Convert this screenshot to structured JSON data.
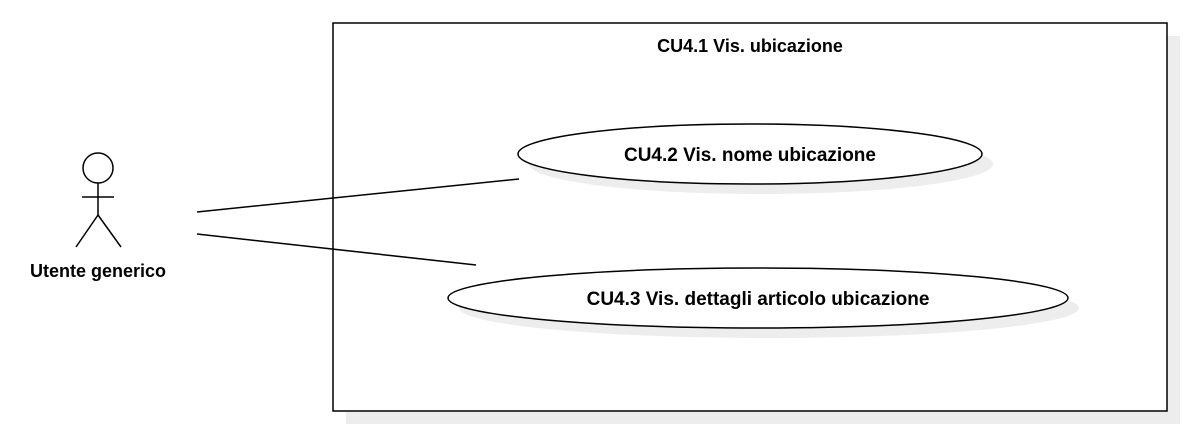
{
  "system": {
    "title": "CU4.1 Vis. ubicazione"
  },
  "actor": {
    "label": "Utente generico"
  },
  "use_cases": [
    {
      "label": "CU4.2 Vis. nome ubicazione"
    },
    {
      "label": "CU4.3 Vis. dettagli articolo ubicazione"
    }
  ],
  "colors": {
    "stroke": "#000000",
    "shadow": "#ededed",
    "background": "#ffffff"
  }
}
